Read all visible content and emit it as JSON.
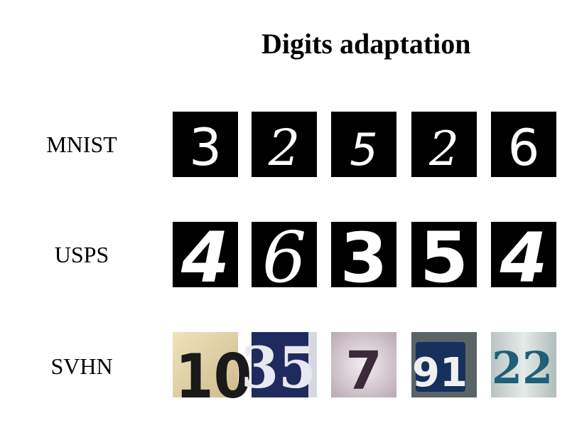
{
  "title": "Digits adaptation",
  "rows": [
    {
      "label": "MNIST",
      "digits": [
        "3",
        "2",
        "5",
        "2",
        "6"
      ]
    },
    {
      "label": "USPS",
      "digits": [
        "4",
        "6",
        "3",
        "5",
        "4"
      ]
    },
    {
      "label": "SVHN",
      "digits": [
        "10",
        "35",
        "7",
        "91",
        "22"
      ]
    }
  ],
  "colors": {
    "digit_background": "#000000",
    "digit_stroke": "#ffffff",
    "svhn_backgrounds": [
      "#e2d3a8",
      "#1f2a5e",
      "#d4cdd2",
      "#5a6466",
      "#c9d2cf"
    ],
    "svhn_text": [
      "#1a1a1a",
      "#e8e8f0",
      "#3a2a3a",
      "#f0f0f0",
      "#1f5f7a"
    ]
  }
}
